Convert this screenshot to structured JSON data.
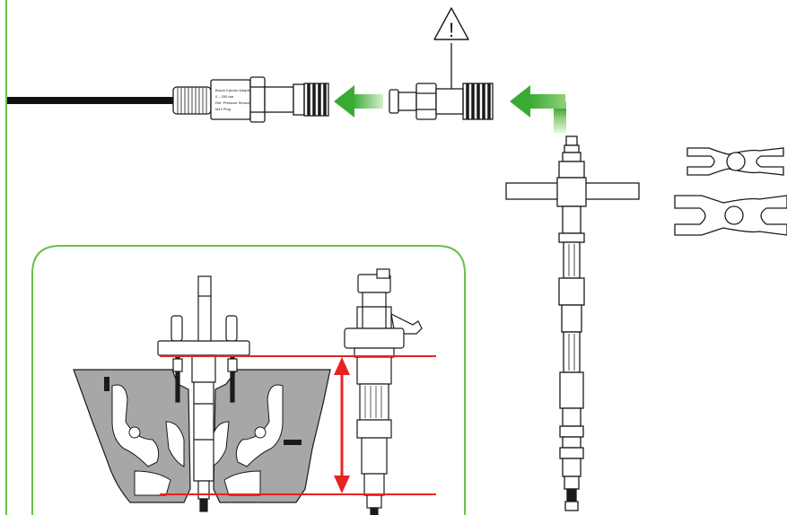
{
  "diagram": {
    "warning_symbol": "!",
    "sensor_label_lines": [
      "Bosch Injector Adapter",
      "0 – 250 bar",
      "Ref. Pressure Sensor",
      "M12 Plug"
    ],
    "colors": {
      "frame_green": "#6abf4b",
      "arrow_green_start": "#d8f0cc",
      "arrow_green_end": "#3aaa35",
      "measure_red": "#e52421",
      "head_grey": "#a7a7a7",
      "line_dark": "#1a1a1a",
      "cable": "#111111"
    },
    "icons": [
      "warning-triangle-icon",
      "flow-arrow-icon",
      "measurement-arrow-icon"
    ]
  }
}
